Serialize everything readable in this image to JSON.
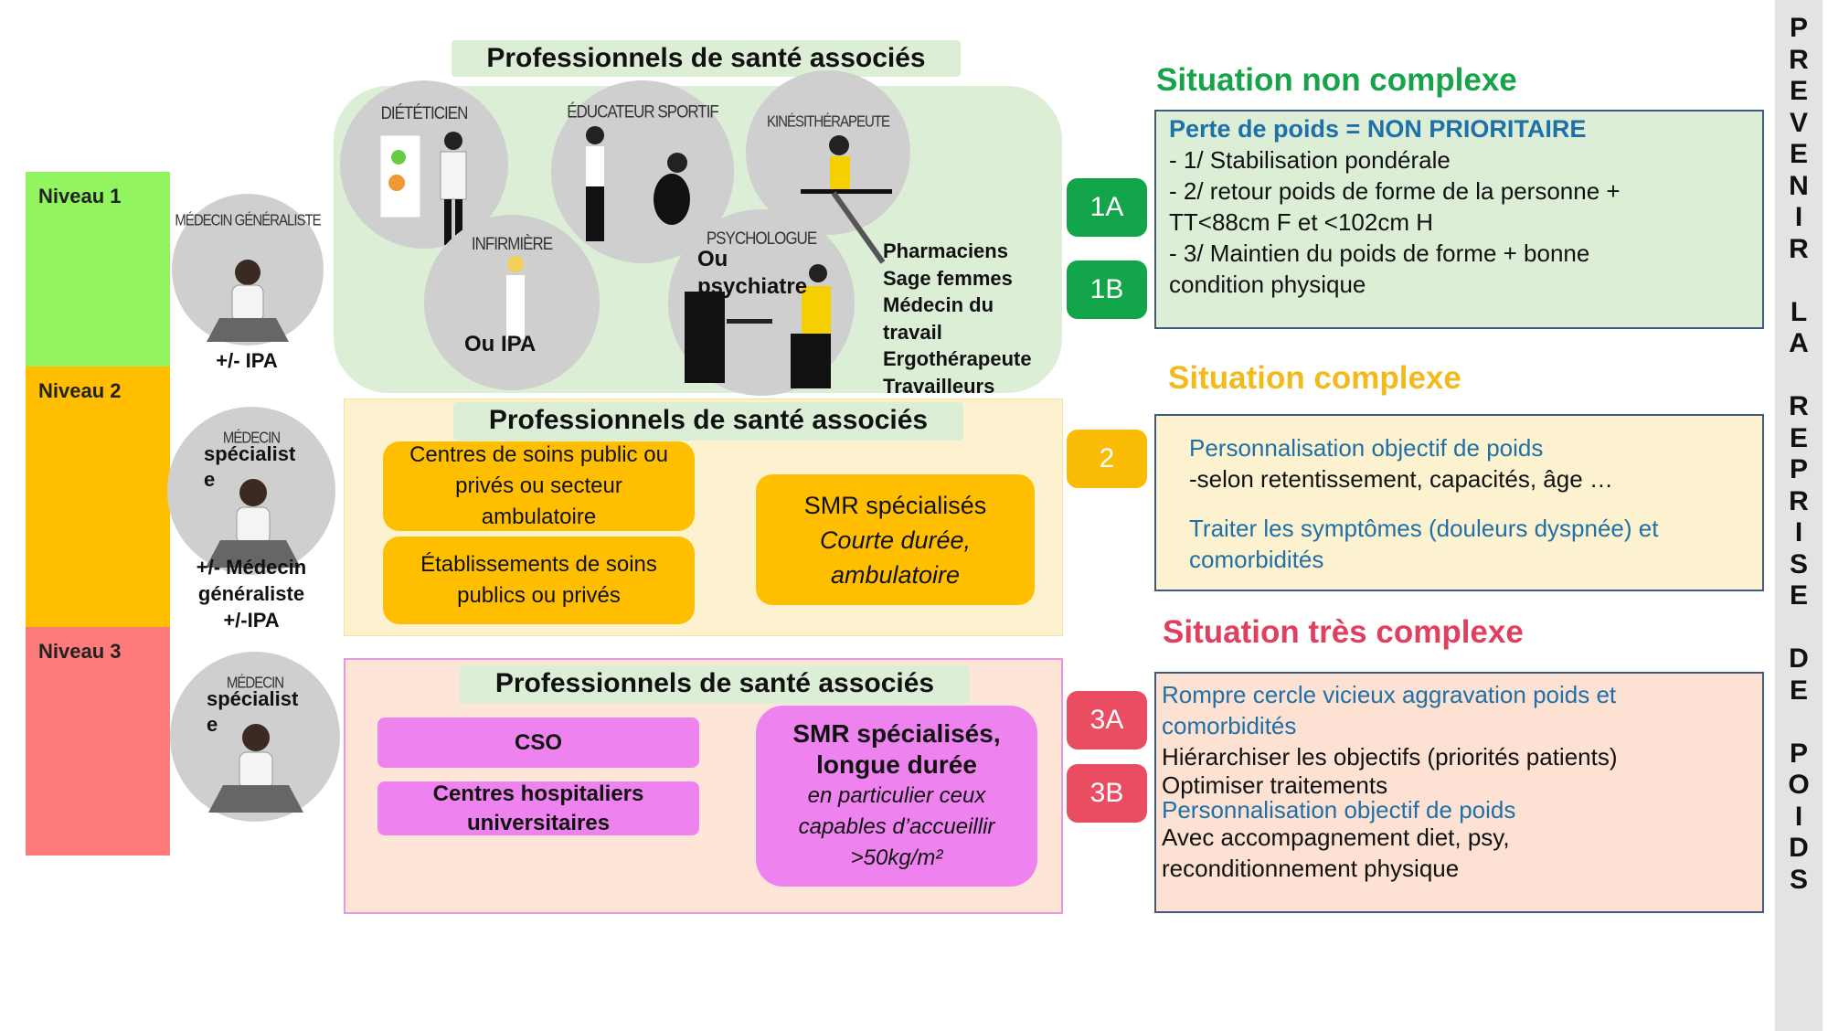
{
  "levels": [
    {
      "label": "Niveau 1",
      "color": "#92f55f"
    },
    {
      "label": "Niveau 2",
      "color": "#ffbf00"
    },
    {
      "label": "Niveau 3",
      "color": "#ff7b7b"
    }
  ],
  "doctors": {
    "gp": {
      "title": "MÉDECIN GÉNÉRALISTE",
      "caption": "+/- IPA"
    },
    "spec2": {
      "title": "MÉDECIN",
      "overlay": "spécialist e",
      "caption1": "+/- Médecin",
      "caption2": "généraliste",
      "caption3": "+/-IPA"
    },
    "spec3": {
      "title": "MÉDECIN",
      "overlay": "spécialist e"
    }
  },
  "level1": {
    "title": "Professionnels de santé associés",
    "circles": {
      "dieteticien": "DIÉTÉTICIEN",
      "educateur": "ÉDUCATEUR SPORTIF",
      "kine": "KINÉSITHÉRAPEUTE",
      "infirmiere": "INFIRMIÈRE",
      "psychologue": "PSYCHOLOGUE"
    },
    "infirmiere_note": "Ou IPA",
    "psy_note": "Ou psychiatre",
    "others": [
      "Pharmaciens",
      "Sage femmes",
      "Médecin du",
      "travail",
      "Ergothérapeute",
      "Travailleurs"
    ]
  },
  "level2": {
    "title": "Professionnels de santé associés",
    "box1": "Centres de soins public ou privés ou secteur ambulatoire",
    "box2": "Établissements de soins publics ou privés",
    "smr_title": "SMR spécialisés",
    "smr_sub1": "Courte durée,",
    "smr_sub2": "ambulatoire"
  },
  "level3": {
    "title": "Professionnels de santé associés",
    "box1": "CSO",
    "box2": "Centres hospitaliers universitaires",
    "smr_title1": "SMR spécialisés,",
    "smr_title2": "longue durée",
    "smr_sub1": "en particulier ceux",
    "smr_sub2": "capables d’accueillir",
    "smr_sub3": ">50kg/m²"
  },
  "badges": [
    {
      "label": "1A",
      "color": "#12a54a"
    },
    {
      "label": "1B",
      "color": "#12a54a"
    },
    {
      "label": "2",
      "color": "#fbbc05"
    },
    {
      "label": "3A",
      "color": "#ea4c62"
    },
    {
      "label": "3B",
      "color": "#ea4c62"
    }
  ],
  "situations": {
    "non_complexe": {
      "heading": "Situation non complexe",
      "color": "#16a34a",
      "title": "Perte de poids = NON PRIORITAIRE",
      "lines": [
        "- 1/ Stabilisation pondérale",
        "- 2/ retour poids de forme de la personne +",
        "TT<88cm F et <102cm H",
        "- 3/ Maintien du poids de forme + bonne",
        "condition physique"
      ]
    },
    "complexe": {
      "heading": "Situation complexe",
      "color": "#f2bb1d",
      "line1": "Personnalisation objectif de poids",
      "line2": "-selon retentissement, capacités, âge …",
      "line3": "Traiter les symptômes (douleurs dyspnée) et comorbidités"
    },
    "tres_complexe": {
      "heading": "Situation très complexe",
      "color": "#e0405f",
      "line1": "Rompre cercle vicieux aggravation poids et comorbidités",
      "line2": "Hiérarchiser les objectifs (priorités patients)",
      "line3": "Optimiser traitements",
      "line4": "Personnalisation objectif de poids",
      "line5": "Avec accompagnement diet, psy,",
      "line6": "reconditionnement physique"
    }
  },
  "side_banner": "PREVENIR LA REPRISE DE POIDS"
}
